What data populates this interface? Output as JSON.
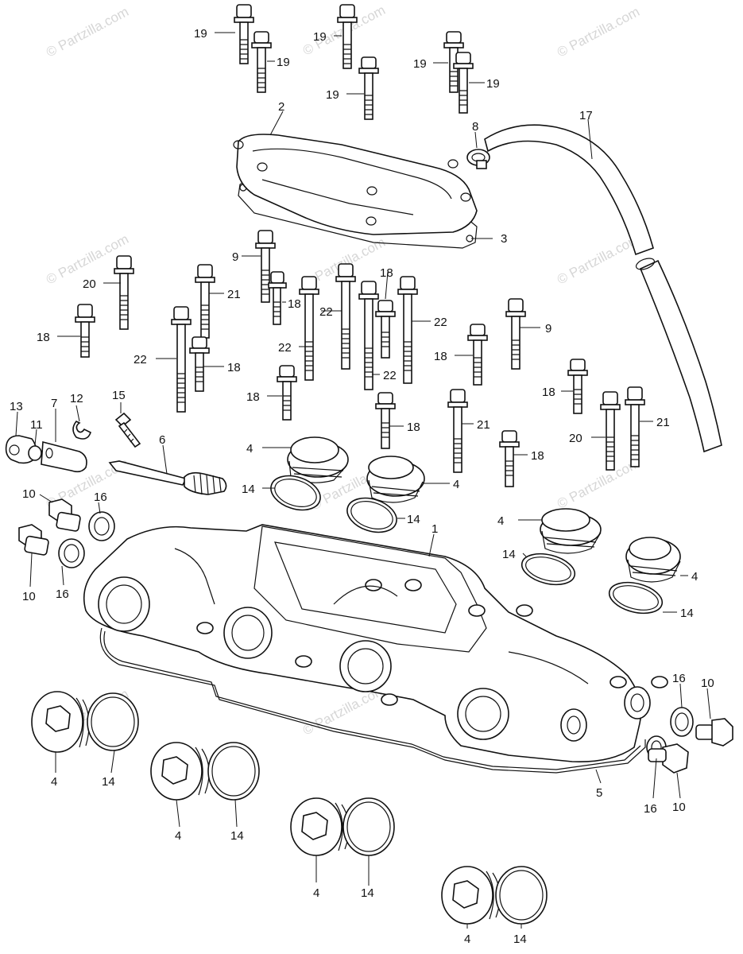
{
  "watermark": "© Partzilla.com",
  "callouts": {
    "c1": "1",
    "c2": "2",
    "c3": "3",
    "c4": "4",
    "c5": "5",
    "c6": "6",
    "c7": "7",
    "c8": "8",
    "c9": "9",
    "c10": "10",
    "c11": "11",
    "c12": "12",
    "c13": "13",
    "c14": "14",
    "c15": "15",
    "c16": "16",
    "c17": "17",
    "c18": "18",
    "c19": "19",
    "c20": "20",
    "c21": "21",
    "c22": "22"
  }
}
